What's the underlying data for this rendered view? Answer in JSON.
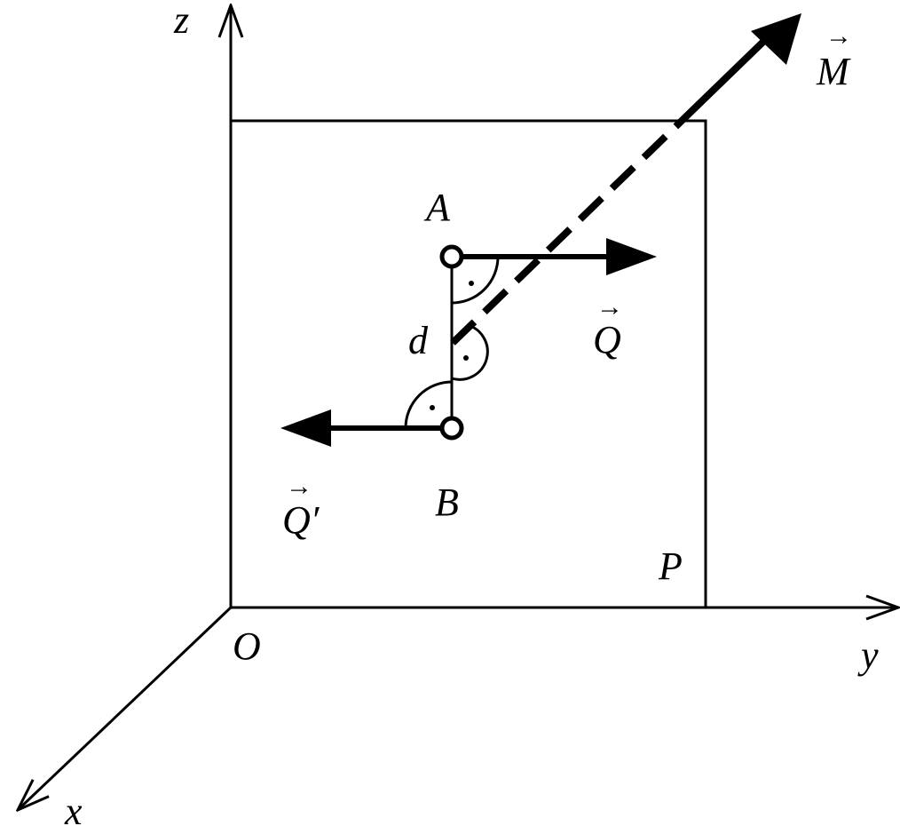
{
  "diagram": {
    "labels": {
      "z_axis": "z",
      "y_axis": "y",
      "x_axis": "x",
      "origin": "O",
      "plane": "P",
      "point_a": "A",
      "point_b": "B",
      "distance": "d",
      "vector_m": "M",
      "vector_q": "Q",
      "vector_q_prime": "Q′",
      "vector_arrow": "→"
    },
    "colors": {
      "ink": "#000000",
      "background": "#ffffff"
    }
  }
}
